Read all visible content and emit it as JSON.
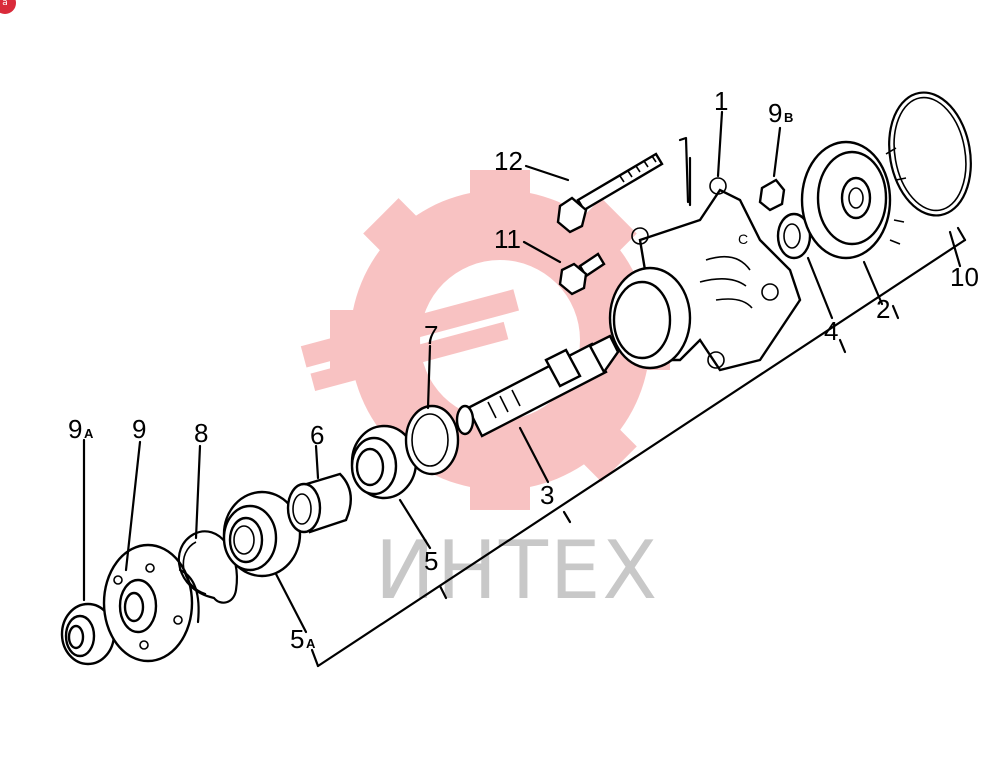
{
  "badge": "a",
  "watermark": {
    "text": "ИНТЕХ",
    "color": "#f07a7a"
  },
  "labels": [
    {
      "id": "1",
      "main": "1",
      "sub": ""
    },
    {
      "id": "2",
      "main": "2",
      "sub": ""
    },
    {
      "id": "3",
      "main": "3",
      "sub": ""
    },
    {
      "id": "4",
      "main": "4",
      "sub": ""
    },
    {
      "id": "5",
      "main": "5",
      "sub": ""
    },
    {
      "id": "5a",
      "main": "5",
      "sub": "A"
    },
    {
      "id": "6",
      "main": "6",
      "sub": ""
    },
    {
      "id": "7",
      "main": "7",
      "sub": ""
    },
    {
      "id": "8",
      "main": "8",
      "sub": ""
    },
    {
      "id": "9",
      "main": "9",
      "sub": ""
    },
    {
      "id": "9a",
      "main": "9",
      "sub": "A"
    },
    {
      "id": "9b",
      "main": "9",
      "sub": "B"
    },
    {
      "id": "10",
      "main": "10",
      "sub": ""
    },
    {
      "id": "11",
      "main": "11",
      "sub": ""
    },
    {
      "id": "12",
      "main": "12",
      "sub": ""
    }
  ]
}
